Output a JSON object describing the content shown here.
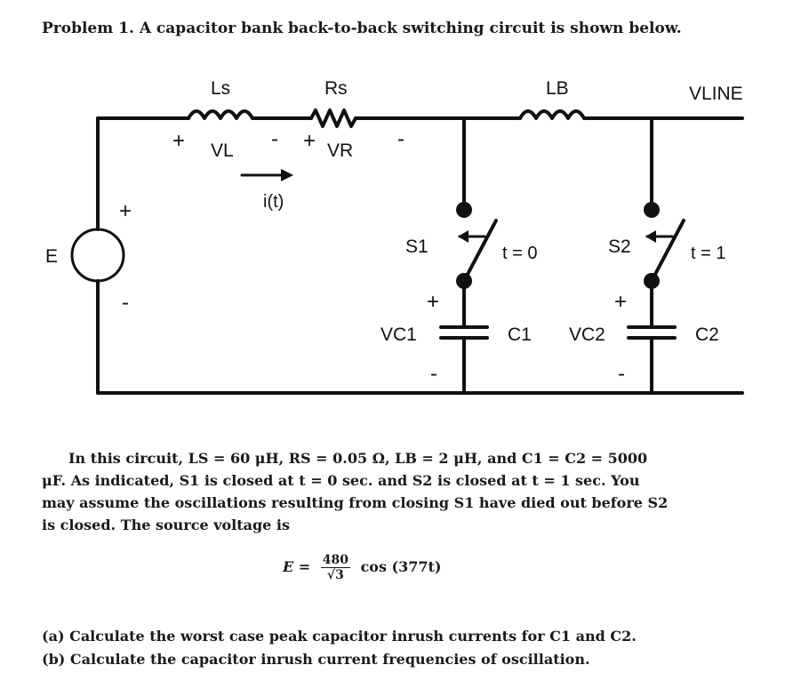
{
  "problem": {
    "label": "Problem 1.",
    "text": "A capacitor bank back-to-back switching circuit is shown below."
  },
  "circuit": {
    "Ls": "Ls",
    "Rs": "Rs",
    "Lb": "LB",
    "Vline": "VLINE",
    "VL": "VL",
    "VR": "VR",
    "current": "i(t)",
    "source": "E",
    "S1": "S1",
    "S2": "S2",
    "t1": "t = 0",
    "t2": "t = 1",
    "Vc1": "VC1",
    "Vc2": "VC2",
    "C1": "C1",
    "C2": "C2",
    "plus": "+",
    "minus": "-"
  },
  "paragraph": {
    "line1": "In this circuit, LS = 60 μH, RS = 0.05 Ω, LB = 2 μH, and C1 = C2 = 5000",
    "line2": "μF. As indicated, S1 is closed at t = 0 sec. and S2 is closed at t = 1 sec. You",
    "line3": "may assume the oscillations resulting from closing S1 have died out before S2",
    "line4": "is closed. The source voltage is"
  },
  "equation": {
    "lhs": "E =",
    "numerator": "480",
    "denominator": "√3",
    "rhs": "cos (377t)"
  },
  "questions": {
    "a": "(a) Calculate the worst case peak capacitor inrush currents for C1 and C2.",
    "b": "(b) Calculate the capacitor inrush current frequencies of oscillation."
  }
}
